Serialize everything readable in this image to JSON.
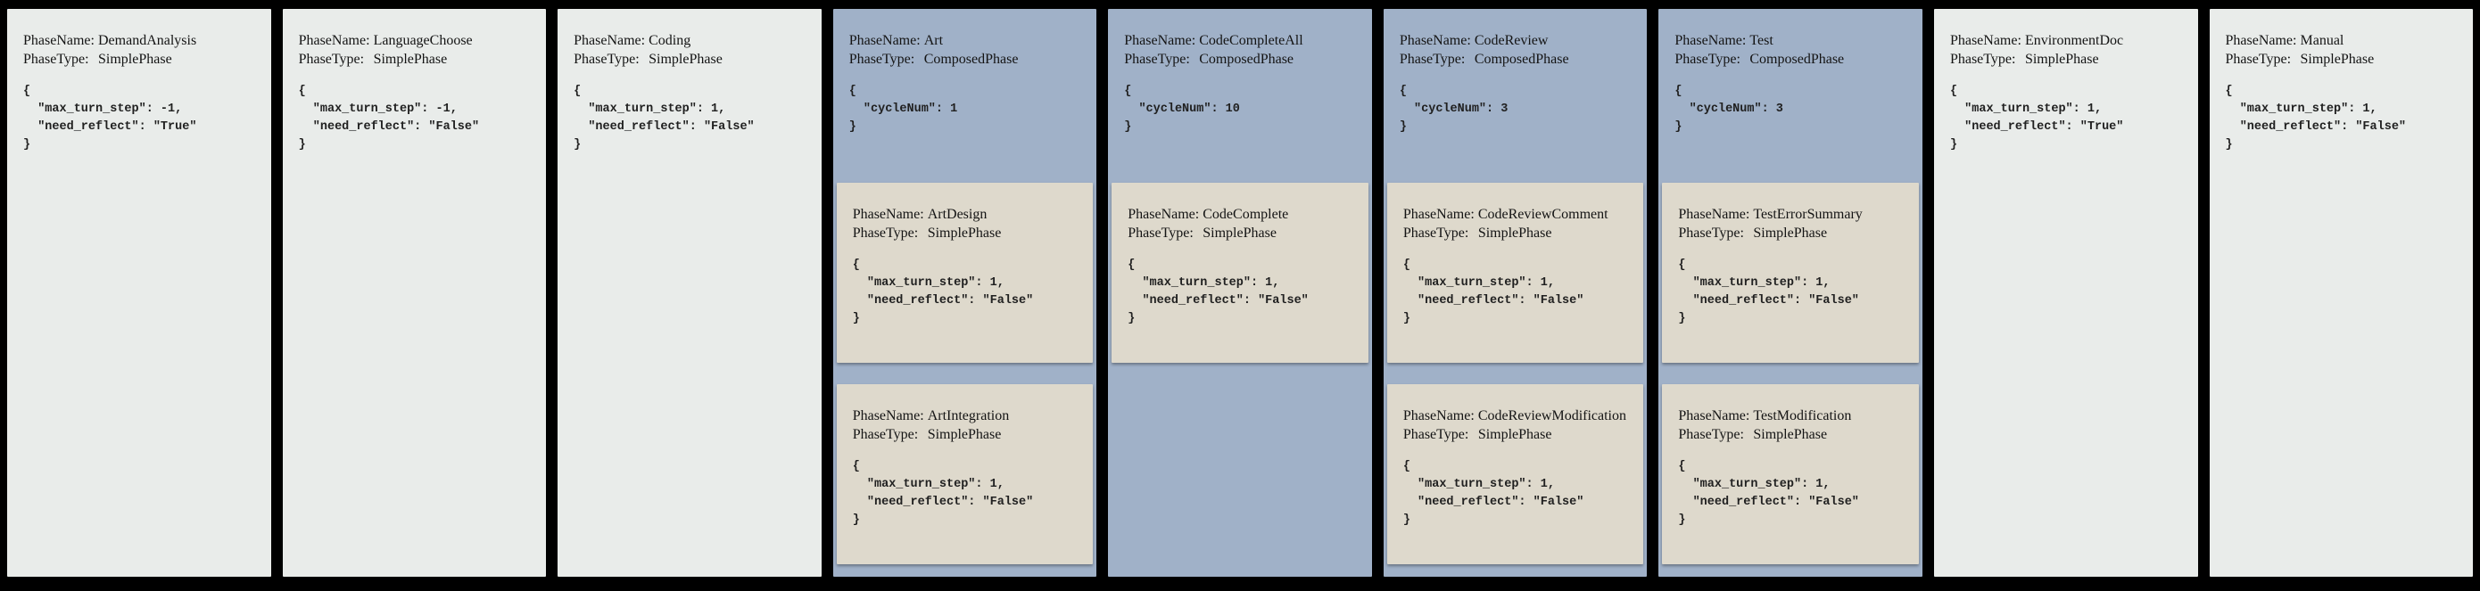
{
  "labels": {
    "phase_name": "PhaseName:",
    "phase_type": "PhaseType:"
  },
  "colors": {
    "canvas_bg": "#000000",
    "simple_phase_bg": "#e9ecea",
    "composed_phase_bg": "#a0b1c8",
    "subphase_card_bg": "#ded9cc",
    "text": "#141414"
  },
  "columns": [
    {
      "name": "DemandAnalysis",
      "type": "SimplePhase",
      "config": "{\n  \"max_turn_step\": -1,\n  \"need_reflect\": \"True\"\n}"
    },
    {
      "name": "LanguageChoose",
      "type": "SimplePhase",
      "config": "{\n  \"max_turn_step\": -1,\n  \"need_reflect\": \"False\"\n}"
    },
    {
      "name": "Coding",
      "type": "SimplePhase",
      "config": "{\n  \"max_turn_step\": 1,\n  \"need_reflect\": \"False\"\n}"
    },
    {
      "name": "Art",
      "type": "ComposedPhase",
      "config": "{\n  \"cycleNum\": 1\n}",
      "children": [
        {
          "name": "ArtDesign",
          "type": "SimplePhase",
          "config": "{\n  \"max_turn_step\": 1,\n  \"need_reflect\": \"False\"\n}"
        },
        {
          "name": "ArtIntegration",
          "type": "SimplePhase",
          "config": "{\n  \"max_turn_step\": 1,\n  \"need_reflect\": \"False\"\n}"
        }
      ]
    },
    {
      "name": "CodeCompleteAll",
      "type": "ComposedPhase",
      "config": "{\n  \"cycleNum\": 10\n}",
      "children": [
        {
          "name": "CodeComplete",
          "type": "SimplePhase",
          "config": "{\n  \"max_turn_step\": 1,\n  \"need_reflect\": \"False\"\n}"
        }
      ]
    },
    {
      "name": "CodeReview",
      "type": "ComposedPhase",
      "config": "{\n  \"cycleNum\": 3\n}",
      "children": [
        {
          "name": "CodeReviewComment",
          "type": "SimplePhase",
          "config": "{\n  \"max_turn_step\": 1,\n  \"need_reflect\": \"False\"\n}"
        },
        {
          "name": "CodeReviewModification",
          "type": "SimplePhase",
          "config": "{\n  \"max_turn_step\": 1,\n  \"need_reflect\": \"False\"\n}"
        }
      ]
    },
    {
      "name": "Test",
      "type": "ComposedPhase",
      "config": "{\n  \"cycleNum\": 3\n}",
      "children": [
        {
          "name": "TestErrorSummary",
          "type": "SimplePhase",
          "config": "{\n  \"max_turn_step\": 1,\n  \"need_reflect\": \"False\"\n}"
        },
        {
          "name": "TestModification",
          "type": "SimplePhase",
          "config": "{\n  \"max_turn_step\": 1,\n  \"need_reflect\": \"False\"\n}"
        }
      ]
    },
    {
      "name": "EnvironmentDoc",
      "type": "SimplePhase",
      "config": "{\n  \"max_turn_step\": 1,\n  \"need_reflect\": \"True\"\n}"
    },
    {
      "name": "Manual",
      "type": "SimplePhase",
      "config": "{\n  \"max_turn_step\": 1,\n  \"need_reflect\": \"False\"\n}"
    }
  ]
}
